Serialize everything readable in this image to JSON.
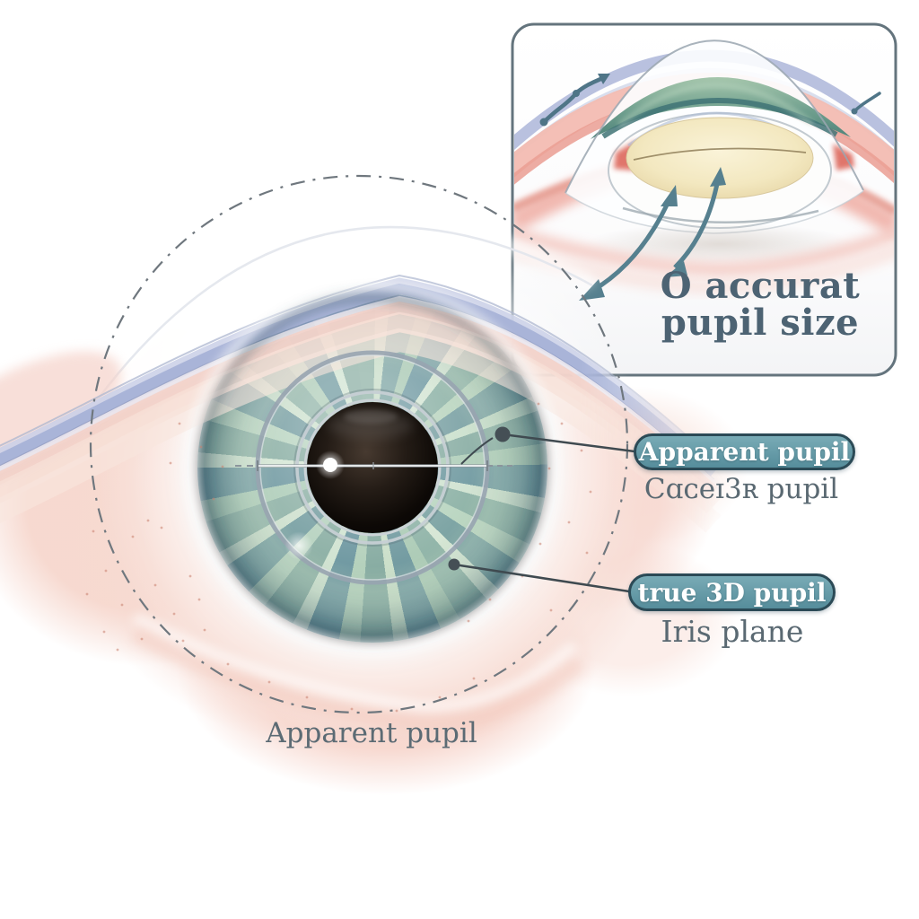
{
  "inset_panel": {
    "caption_line1": "O accurat",
    "caption_line2": "pupil size"
  },
  "callouts": {
    "apparent": {
      "pill": "Apparent pupil",
      "sub": "Cɑᴄeɪ3ʀ pupil"
    },
    "true_pupil": {
      "pill": "true 3D pupil",
      "sub": "Iris plane"
    }
  },
  "bottom_caption": "Apparent pupil",
  "colors": {
    "pill_fill_top": "#79abb6",
    "pill_fill_bottom": "#568d9b",
    "pill_border": "#2b4a56",
    "pill_text": "#ffffff",
    "inset_caption_text": "#4d6373",
    "sub_label_text": "#5a6972",
    "arrow_teal": "#56808f",
    "leader_line": "#3f4a50",
    "dashed_circle": "#6f777e",
    "iris_teal": "#7aa2a4",
    "pupil_black": "#0d0906",
    "skin_pink": "#f6d8cf",
    "eyelid_lavender": "#a9b4d8",
    "lens_cream": "#f3e8c0",
    "inset_border": "#64747d"
  }
}
